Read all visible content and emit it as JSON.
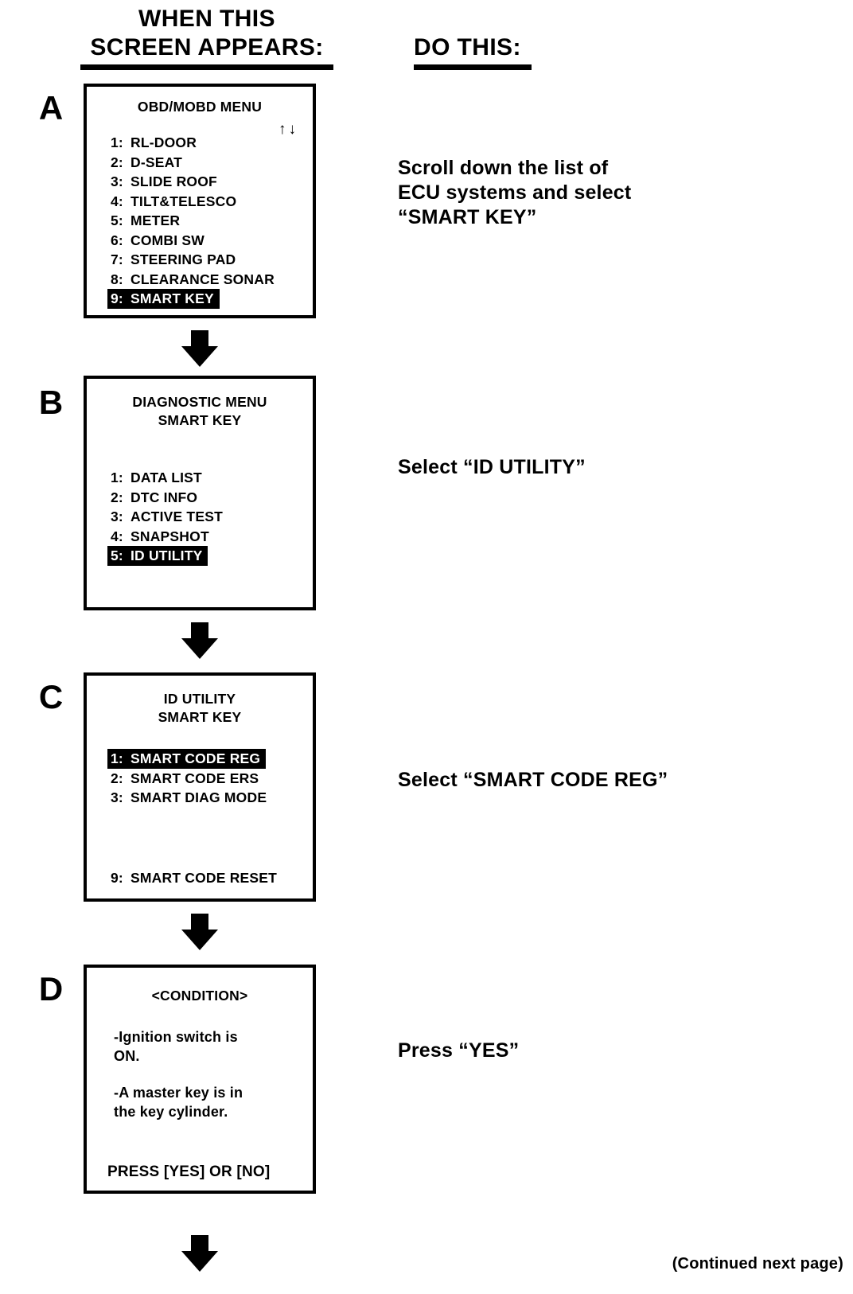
{
  "header": {
    "left_line1": "WHEN THIS",
    "left_line2": "SCREEN APPEARS:",
    "right": "DO THIS:"
  },
  "steps": [
    {
      "letter": "A",
      "screen": {
        "title": "OBD/MOBD MENU",
        "scroll_indicator": "↑↓",
        "items": [
          {
            "num": "1:",
            "label": "RL-DOOR",
            "selected": false
          },
          {
            "num": "2:",
            "label": "D-SEAT",
            "selected": false
          },
          {
            "num": "3:",
            "label": "SLIDE ROOF",
            "selected": false
          },
          {
            "num": "4:",
            "label": "TILT&TELESCO",
            "selected": false
          },
          {
            "num": "5:",
            "label": "METER",
            "selected": false
          },
          {
            "num": "6:",
            "label": "COMBI SW",
            "selected": false
          },
          {
            "num": "7:",
            "label": "STEERING PAD",
            "selected": false
          },
          {
            "num": "8:",
            "label": "CLEARANCE SONAR",
            "selected": false
          },
          {
            "num": "9:",
            "label": "SMART KEY",
            "selected": true
          }
        ]
      },
      "instruction": "Scroll down the list of\nECU systems and select\n“SMART KEY”"
    },
    {
      "letter": "B",
      "screen": {
        "title_line1": "DIAGNOSTIC MENU",
        "title_line2": "SMART KEY",
        "items": [
          {
            "num": "1:",
            "label": "DATA LIST",
            "selected": false
          },
          {
            "num": "2:",
            "label": "DTC INFO",
            "selected": false
          },
          {
            "num": "3:",
            "label": "ACTIVE TEST",
            "selected": false
          },
          {
            "num": "4:",
            "label": "SNAPSHOT",
            "selected": false
          },
          {
            "num": "5:",
            "label": "ID UTILITY",
            "selected": true
          }
        ]
      },
      "instruction": "Select “ID UTILITY”"
    },
    {
      "letter": "C",
      "screen": {
        "title_line1": "ID UTILITY",
        "title_line2": "SMART KEY",
        "items": [
          {
            "num": "1:",
            "label": "SMART CODE REG",
            "selected": true
          },
          {
            "num": "2:",
            "label": "SMART CODE ERS",
            "selected": false
          },
          {
            "num": "3:",
            "label": "SMART DIAG MODE",
            "selected": false
          }
        ],
        "footer_item": {
          "num": "9:",
          "label": "SMART CODE RESET"
        }
      },
      "instruction": "Select “SMART CODE REG”"
    },
    {
      "letter": "D",
      "screen": {
        "title": "<CONDITION>",
        "conditions": [
          "-Ignition switch is\n  ON.",
          "-A master key is in\n  the key cylinder."
        ],
        "prompt": "PRESS [YES] OR [NO]"
      },
      "instruction": "Press “YES”"
    }
  ],
  "footer": {
    "continued": "(Continued next page)"
  }
}
